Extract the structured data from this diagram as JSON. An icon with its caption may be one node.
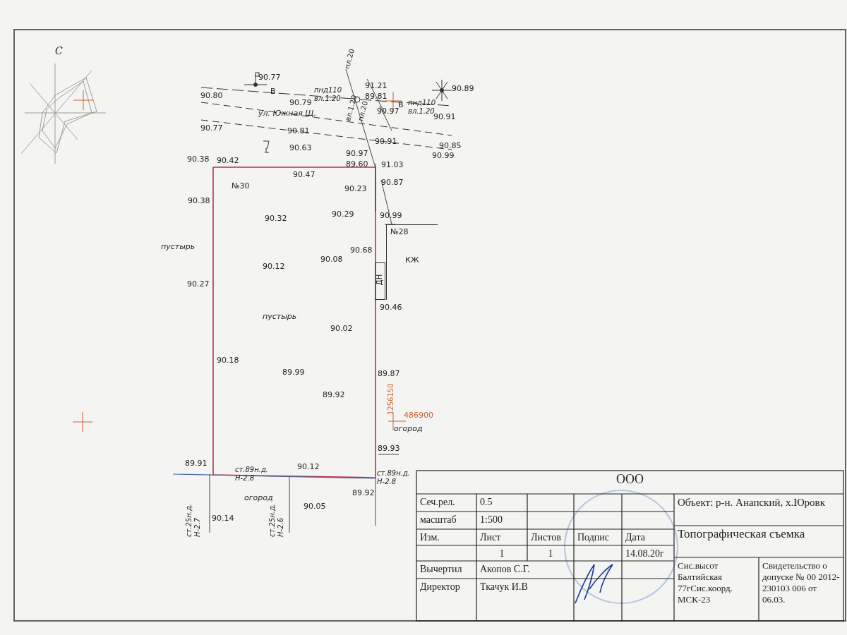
{
  "diagram": {
    "nodes": [
      {
        "text": [
          "№30",
          "пустырь"
        ]
      },
      {
        "text": [
          "№28",
          "КЖ"
        ]
      },
      {
        "text": [
          "ДН"
        ]
      }
    ],
    "labels": [
      "С",
      "90.77",
      "пл.20",
      "91.21",
      "90.89",
      "90.80",
      "В",
      "пнд110 вл.1.20",
      "89.81",
      "90.79",
      "В",
      "пнд110 вл.1.20",
      "ул. Южная Щ.",
      "90.97",
      "90.91",
      "вл.1.20",
      "пл.20",
      "90.77",
      "90.81",
      "90.63",
      "90.91",
      "90.85",
      "90.38",
      "90.42",
      "90.97",
      "89.60",
      "91.03",
      "90.99",
      "90.47",
      "90.23",
      "90.87",
      "90.38",
      "90.32",
      "90.29",
      "90.99",
      "пустырь",
      "90.68",
      "90.08",
      "90.12",
      "90.27",
      "90.46",
      "90.02",
      "90.18",
      "89.99",
      "89.87",
      "89.92",
      "1256150",
      "486900",
      "огород",
      "89.93",
      "89.91",
      "ст.89н.д. Н-2.8",
      "90.12",
      "ст.89н.д. Н-2.8",
      "89.92",
      "ст.25н.д. Н-2.7",
      "огород",
      "ст.25н.д. Н-2.6",
      "90.05",
      "90.14",
      "ООО",
      "Сеч.рел.",
      "0.5",
      "Объект: р-н. Анапский, х.Юровк",
      "масштаб",
      "1:500",
      "Изм.",
      "Лист",
      "Листов",
      "Подпис",
      "Дата",
      "Топографическая съемка",
      "1",
      "1",
      "14.08.20г",
      "Вычертил",
      "Акопов С.Г.",
      "Сис.высот Балтийская 77гСис.коорд. МСК-23",
      "Свидетельство о допуске № 00 2012-230103 006 от 06.03.",
      "Директор",
      "Ткачук И.В"
    ]
  }
}
